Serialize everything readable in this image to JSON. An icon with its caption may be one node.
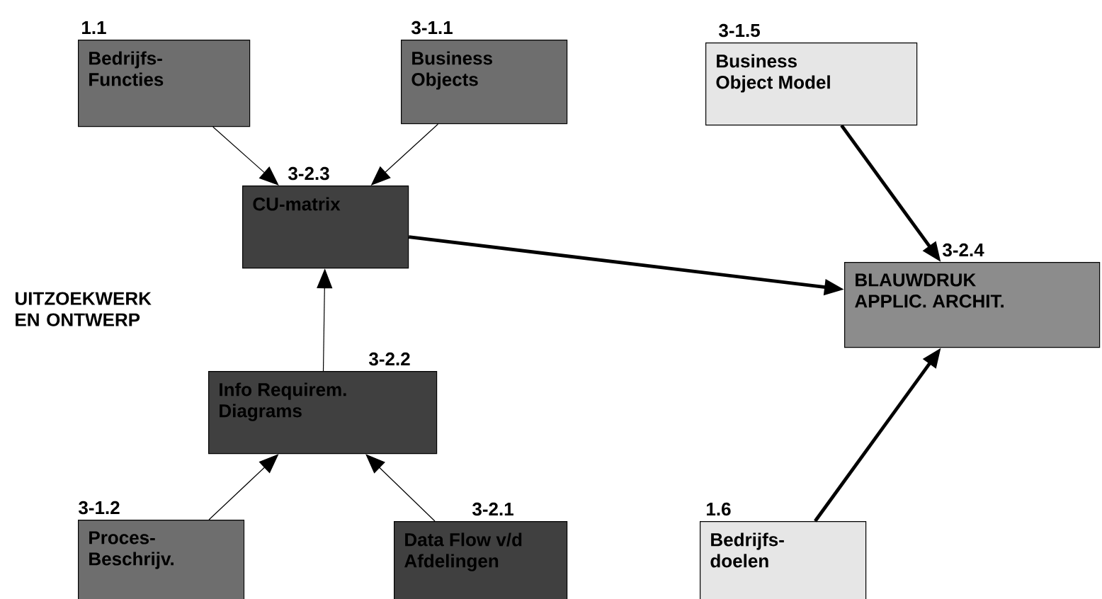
{
  "diagram": {
    "nodes": [
      {
        "text": [
          "1.1",
          "Bedrijfs- Functies"
        ]
      },
      {
        "text": [
          "3-1.1",
          "Business Objects"
        ]
      },
      {
        "text": [
          "3-1.5",
          "Business Object Model"
        ]
      },
      {
        "text": [
          "3-2.3",
          "CU-matrix"
        ]
      },
      {
        "text": [
          "3-2.4",
          "BLAUWDRUK APPLIC. ARCHIT."
        ]
      },
      {
        "text": [
          "3-2.2",
          "Info Requirem. Diagrams"
        ]
      },
      {
        "text": [
          "3-1.2",
          "Proces- Beschrijv."
        ]
      },
      {
        "text": [
          "3-2.1",
          "Data Flow v/d Afdelingen"
        ]
      },
      {
        "text": [
          "1.6",
          "Bedrijfs- doelen"
        ]
      }
    ],
    "edges": [
      {
        "from": 0,
        "to": 3,
        "arrow": "to"
      },
      {
        "from": 1,
        "to": 3,
        "arrow": "to"
      },
      {
        "from": 3,
        "to": 4,
        "arrow": "to",
        "style": "thick"
      },
      {
        "from": 2,
        "to": 4,
        "arrow": "to",
        "style": "thick"
      },
      {
        "from": 8,
        "to": 4,
        "arrow": "to",
        "style": "thick"
      },
      {
        "from": 5,
        "to": 3,
        "arrow": "to"
      },
      {
        "from": 6,
        "to": 5,
        "arrow": "to"
      },
      {
        "from": 7,
        "to": 5,
        "arrow": "to"
      }
    ],
    "labels": [
      "UITZOEKWERK EN ONTWERP"
    ]
  }
}
